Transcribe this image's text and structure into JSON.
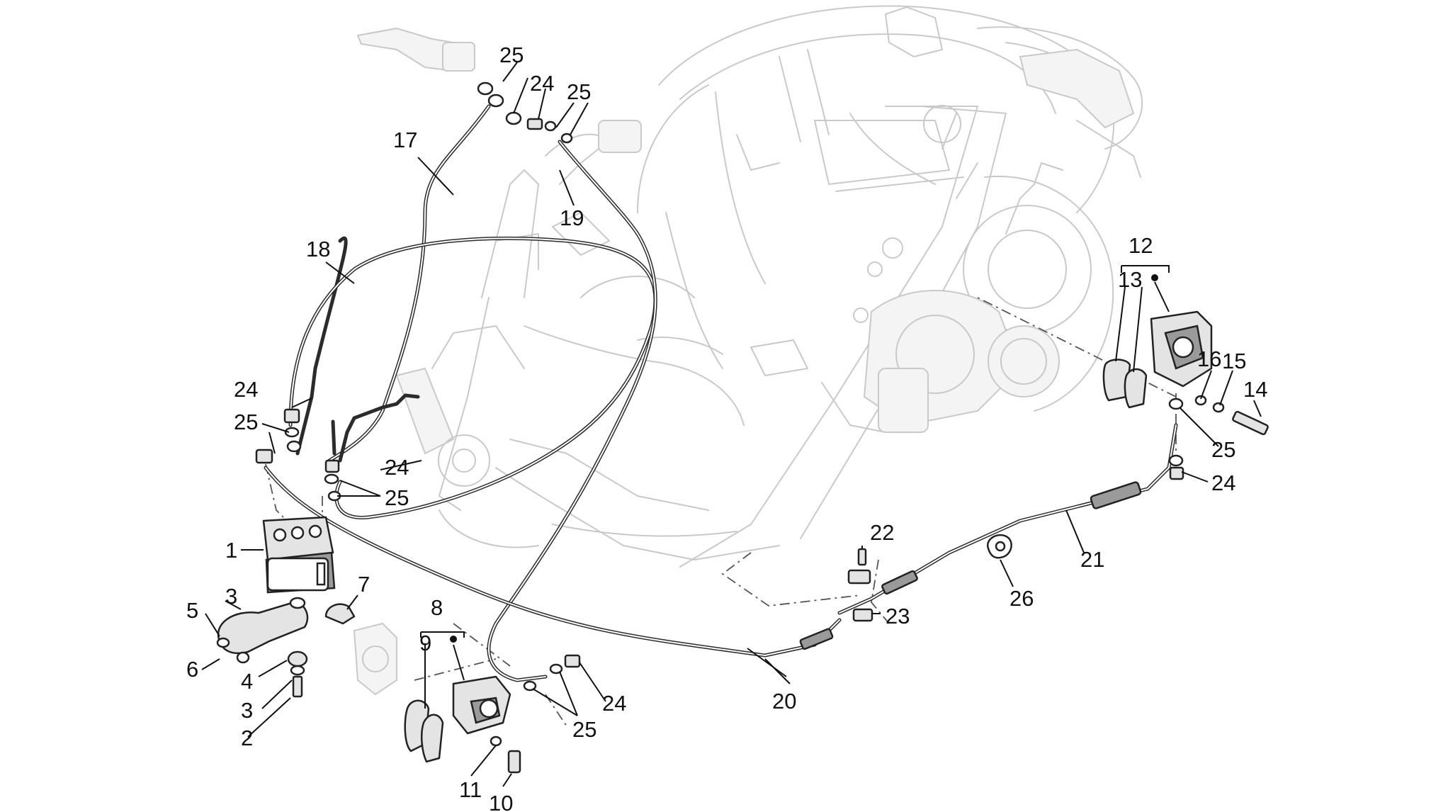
{
  "callouts": {
    "c1": "1",
    "c2": "2",
    "c3a": "3",
    "c3b": "3",
    "c4": "4",
    "c5": "5",
    "c6": "6",
    "c7": "7",
    "c8": "8",
    "c9": "9",
    "c10": "10",
    "c11": "11",
    "c12": "12",
    "c13": "13",
    "c14": "14",
    "c15": "15",
    "c16": "16",
    "c17": "17",
    "c18": "18",
    "c19": "19",
    "c20": "20",
    "c21": "21",
    "c22": "22",
    "c23": "23",
    "c24a": "24",
    "c24b": "24",
    "c24c": "24",
    "c24d": "24",
    "c24e": "24",
    "c25a": "25",
    "c25b": "25",
    "c25c": "25",
    "c25d": "25",
    "c25e": "25",
    "c25f": "25",
    "c26": "26"
  }
}
